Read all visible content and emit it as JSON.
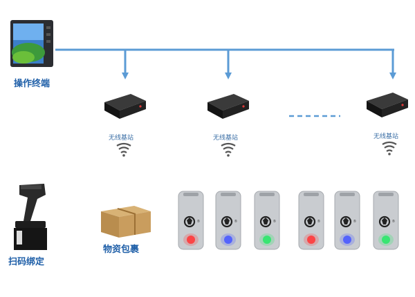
{
  "terminal": {
    "label": "操作终端",
    "icon": "tablet-terminal-icon"
  },
  "base_stations": [
    {
      "label": "无线基站"
    },
    {
      "label": "无线基站"
    },
    {
      "label": "无线基站"
    }
  ],
  "scanner": {
    "label": "扫码绑定",
    "icon": "barcode-scanner-icon"
  },
  "package": {
    "label": "物资包裹",
    "icon": "cardboard-box-icon"
  },
  "tags": [
    {
      "led": "red",
      "led_color": "#ff3b3b"
    },
    {
      "led": "blue",
      "led_color": "#4a5bff"
    },
    {
      "led": "green",
      "led_color": "#2ee86a"
    },
    {
      "led": "red",
      "led_color": "#ff3b3b"
    },
    {
      "led": "blue",
      "led_color": "#4a5bff"
    },
    {
      "led": "green",
      "led_color": "#2ee86a"
    }
  ],
  "colors": {
    "connector": "#5b9bd5",
    "label": "#1f5fa8"
  }
}
